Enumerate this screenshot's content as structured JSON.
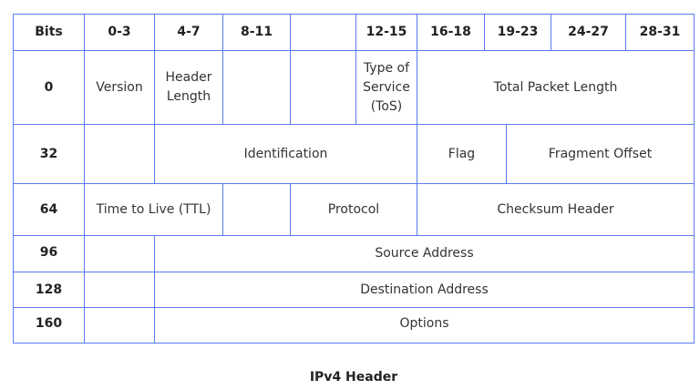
{
  "title": "IPv4 Header",
  "border_color": "#5b7bf0",
  "columns": [
    "Bits",
    "0-3",
    "4-7",
    "8-11",
    "",
    "12-15",
    "16-18",
    "19-23",
    "24-27",
    "28-31"
  ],
  "rows": [
    {
      "offset": "0",
      "fields": [
        "Version",
        "Header Length",
        "",
        "",
        "Type of Service (ToS)",
        "Total Packet Length"
      ]
    },
    {
      "offset": "32",
      "fields": [
        "",
        "Identification",
        "Flag",
        "Fragment Offset"
      ]
    },
    {
      "offset": "64",
      "fields": [
        "Time to Live (TTL)",
        "",
        "Protocol",
        "Checksum Header"
      ]
    },
    {
      "offset": "96",
      "fields": [
        "",
        "Source Address"
      ]
    },
    {
      "offset": "128",
      "fields": [
        "",
        "Destination Address"
      ]
    },
    {
      "offset": "160",
      "fields": [
        "",
        "Options"
      ]
    }
  ]
}
